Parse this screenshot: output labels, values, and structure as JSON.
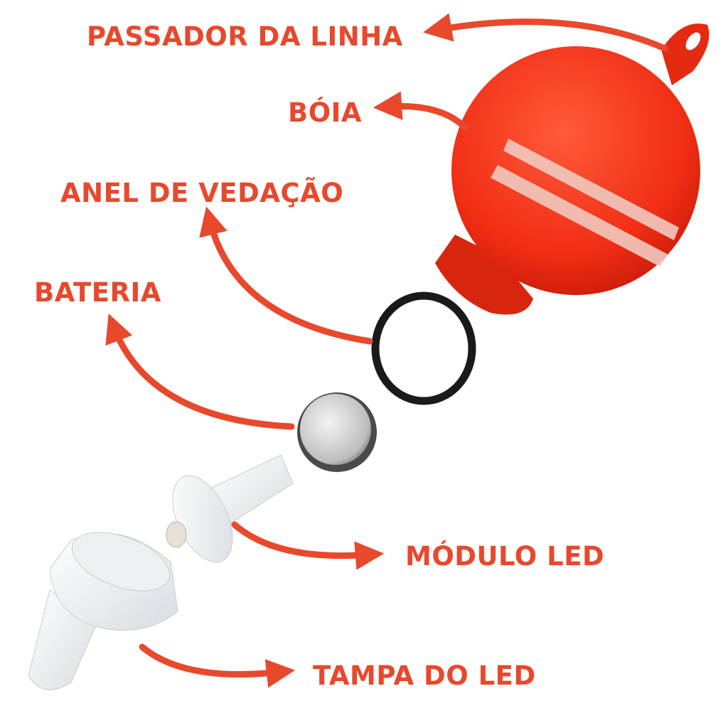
{
  "accent_color": "#e8482c",
  "labels": {
    "passador": "PASSADOR DA LINHA",
    "boia": "BÓIA",
    "anel": "ANEL DE VEDAÇÃO",
    "bateria": "BATERIA",
    "modulo": "MÓDULO LED",
    "tampa": "TAMPA DO LED"
  }
}
